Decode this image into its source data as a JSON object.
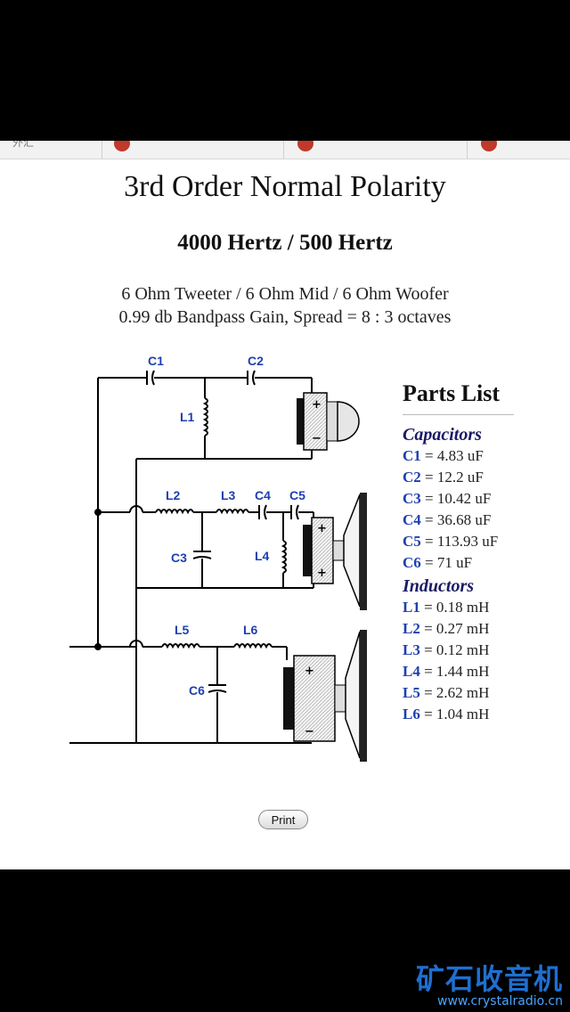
{
  "page": {
    "title": "3rd Order Normal Polarity",
    "subtitle": "4000 Hertz / 500 Hertz",
    "description_line1": "6 Ohm Tweeter / 6 Ohm Mid / 6 Ohm Woofer",
    "description_line2": "0.99 db Bandpass Gain, Spread = 8 : 3 octaves"
  },
  "tabstrip": {
    "tab1_text": "外汇"
  },
  "schematic": {
    "labels": {
      "c1": "C1",
      "c2": "C2",
      "c3": "C3",
      "c4": "C4",
      "c5": "C5",
      "c6": "C6",
      "l1": "L1",
      "l2": "L2",
      "l3": "L3",
      "l4": "L4",
      "l5": "L5",
      "l6": "L6"
    },
    "plus": "+",
    "minus": "−"
  },
  "parts_list": {
    "title": "Parts List",
    "capacitors_heading": "Capacitors",
    "capacitors": [
      {
        "name": "C1",
        "value": " = 4.83 uF"
      },
      {
        "name": "C2",
        "value": " = 12.2 uF"
      },
      {
        "name": "C3",
        "value": " = 10.42 uF"
      },
      {
        "name": "C4",
        "value": " = 36.68 uF"
      },
      {
        "name": "C5",
        "value": " = 113.93 uF"
      },
      {
        "name": "C6",
        "value": " = 71 uF"
      }
    ],
    "inductors_heading": "Inductors",
    "inductors": [
      {
        "name": "L1",
        "value": " = 0.18 mH"
      },
      {
        "name": "L2",
        "value": " = 0.27 mH"
      },
      {
        "name": "L3",
        "value": " = 0.12 mH"
      },
      {
        "name": "L4",
        "value": " = 1.44 mH"
      },
      {
        "name": "L5",
        "value": " = 2.62 mH"
      },
      {
        "name": "L6",
        "value": " = 1.04 mH"
      }
    ]
  },
  "print_button": {
    "label": "Print"
  },
  "watermark": {
    "text": "矿石收音机",
    "url": "www.crystalradio.cn"
  },
  "colors": {
    "label_blue": "#1f3fb0",
    "heading_navy": "#1a1a66",
    "watermark_blue": "#1f6fd1"
  }
}
